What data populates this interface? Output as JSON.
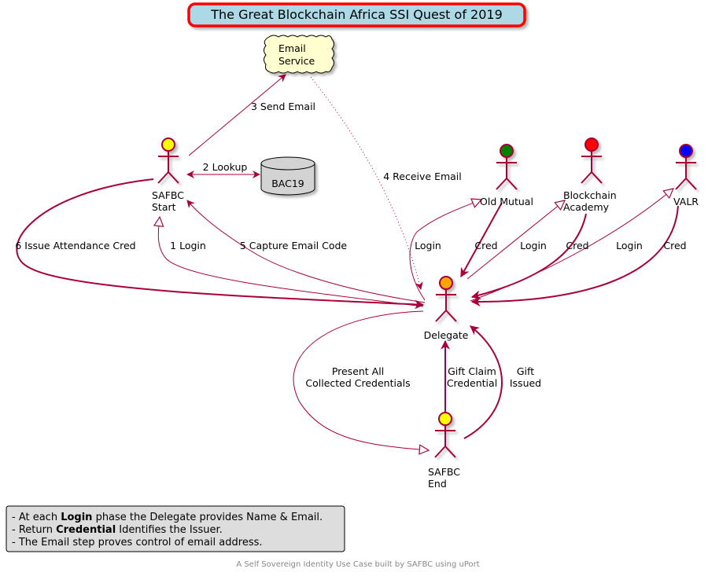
{
  "title": "The Great Blockchain Africa SSI Quest of 2019",
  "footer": "A Self Sovereign Identity Use Case built by SAFBC using uPort",
  "colors": {
    "line": "#A80036",
    "title_bg": "#ADD8E6",
    "title_border": "#FF0000",
    "cloud_bg": "#FEFECE",
    "db_bg": "#D3D3D3",
    "note_bg": "#DDDDDD"
  },
  "nodes": {
    "email_service": [
      "Email",
      "Service"
    ],
    "bac19": "BAC19",
    "safbc_start": [
      "SAFBC",
      "Start"
    ],
    "old_mutual": [
      "Old Mutual"
    ],
    "blockchain_academy": [
      "Blockchain",
      "Academy"
    ],
    "valr": [
      "VALR"
    ],
    "delegate": [
      "Delegate"
    ],
    "safbc_end": [
      "SAFBC",
      "End"
    ]
  },
  "actor_colors": {
    "safbc_start": "#FFFF00",
    "old_mutual": "#008000",
    "blockchain_academy": "#FF0000",
    "valr": "#0000FF",
    "delegate": "#FFA500",
    "safbc_end": "#FFFF00"
  },
  "edges": {
    "send_email": [
      "3 Send Email"
    ],
    "receive_email": [
      "4 Receive Email"
    ],
    "lookup": [
      "2 Lookup"
    ],
    "issue_attendance": [
      "6 Issue Attendance Cred"
    ],
    "login1": [
      "1 Login"
    ],
    "capture_code": [
      "5 Capture Email Code"
    ],
    "om_login": [
      "Login"
    ],
    "om_cred": [
      "Cred"
    ],
    "ba_login": [
      "Login"
    ],
    "ba_cred": [
      "Cred"
    ],
    "valr_login": [
      "Login"
    ],
    "valr_cred": [
      "Cred"
    ],
    "present_all": [
      "Present All",
      "Collected Credentials"
    ],
    "gift_claim": [
      "Gift Claim",
      "Credential"
    ],
    "gift_issued": [
      "Gift",
      "Issued"
    ]
  },
  "note": [
    [
      {
        "t": "- At each "
      },
      {
        "t": "Login",
        "b": true
      },
      {
        "t": " phase the Delegate provides Name & Email."
      }
    ],
    [
      {
        "t": "- Return "
      },
      {
        "t": "Credential",
        "b": true
      },
      {
        "t": " Identifies the Issuer."
      }
    ],
    [
      {
        "t": "- The Email step proves control of email address."
      }
    ]
  ]
}
